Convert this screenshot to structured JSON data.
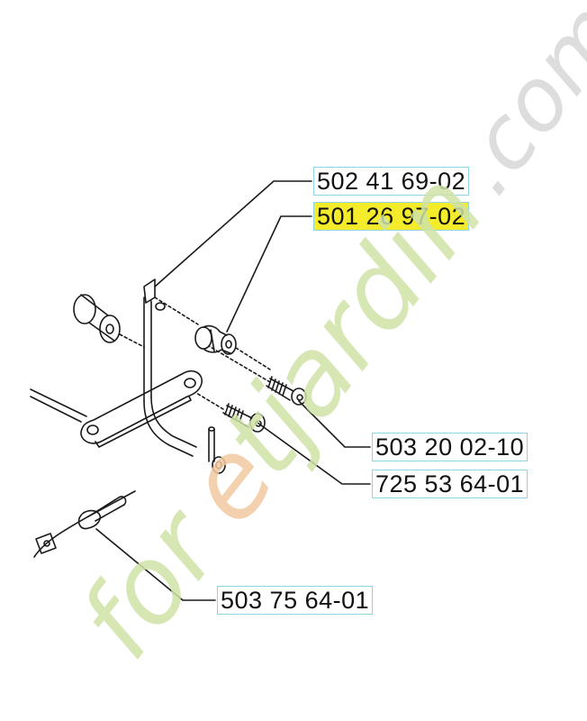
{
  "part_labels": [
    {
      "id": "lbl-1",
      "number": "502 41 69-02",
      "highlighted": false
    },
    {
      "id": "lbl-2",
      "number": "501 26 97-02",
      "highlighted": true
    },
    {
      "id": "lbl-3",
      "number": "503 20 02-10",
      "highlighted": false
    },
    {
      "id": "lbl-4",
      "number": "725 53 64-01",
      "highlighted": false
    },
    {
      "id": "lbl-5",
      "number": "503 75 64-01",
      "highlighted": false
    }
  ],
  "watermark": {
    "text": "foretjardin.com"
  },
  "colors": {
    "highlight": "#f4ec2a",
    "label_border": "#8fd3e6",
    "line": "#1a1a1a",
    "watermark_green": "#cfe3a8",
    "watermark_orange": "#f3c9a0",
    "watermark_gray": "#d8d8d8"
  }
}
